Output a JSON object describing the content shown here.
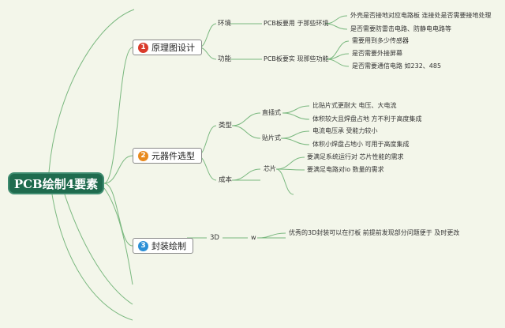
{
  "root": {
    "title": "PCB绘制4要素"
  },
  "branches": [
    {
      "num": "1",
      "label": "原理图设计",
      "color": "#d93a2b",
      "children": [
        {
          "label": "环境",
          "detail": "PCB板要用 于那些环境",
          "leaves": [
            "外壳是否接地对应电路板 连接处是否需要接地处理",
            "是否需要防雷击电路、防静电电路等"
          ]
        },
        {
          "label": "功能",
          "detail": "PCB板要实 现那些功能",
          "leaves": [
            "需要用到多少传感器",
            "是否需要外接屏幕",
            "是否需要通信电路 如232、485"
          ]
        }
      ]
    },
    {
      "num": "2",
      "label": "元器件选型",
      "color": "#e88a1e",
      "children": [
        {
          "label": "类型",
          "subs": [
            {
              "label": "直插式",
              "leaves": [
                "比贴片式更耐大 电压、大电流",
                "体积较大且焊盘占地 方不利于高度集成"
              ]
            },
            {
              "label": "贴片式",
              "leaves": [
                "电流电压承 受能力较小",
                "体积小焊盘占地小 可用于高度集成"
              ]
            }
          ]
        },
        {
          "label": "成本",
          "subs": [
            {
              "label": "芯片",
              "leaves": [
                "要满足系统运行对 芯片性能的需求",
                "要满足电路对io 数量的需求"
              ]
            }
          ]
        }
      ]
    },
    {
      "num": "3",
      "label": "封装绘制",
      "color": "#2c8fd6",
      "children": [
        {
          "label": "3D",
          "detail": "w",
          "leaves": [
            "优秀的3D封装可以在打板 前提前发现部分问题便于 及时更改"
          ]
        }
      ]
    }
  ],
  "colors": {
    "line": "#7ab87f",
    "background": "#f3f6ea",
    "root_fill": "#1f6b4e"
  }
}
